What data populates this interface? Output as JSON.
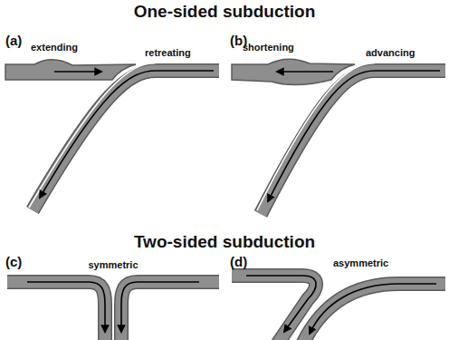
{
  "diagram": {
    "labels": [
      "One-sided subduction",
      "(a)",
      "(b)",
      "extending",
      "retreating",
      "shortening",
      "advancing",
      "Two-sided subduction",
      "(c)",
      "(d)",
      "symmetric",
      "asymmetric"
    ]
  }
}
